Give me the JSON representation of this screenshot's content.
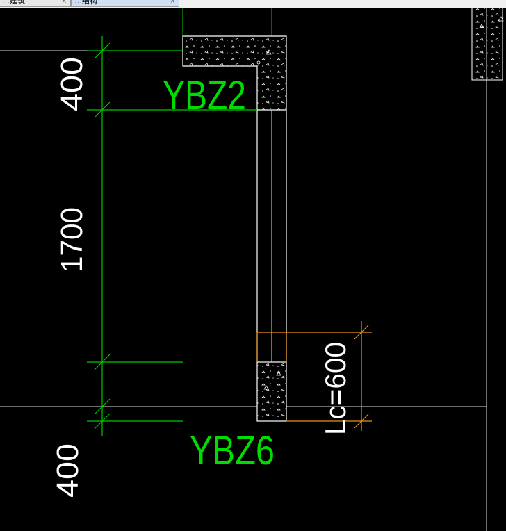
{
  "tabs": [
    {
      "label": "…建筑",
      "close": "×"
    },
    {
      "label": "…结构",
      "close": "×"
    }
  ],
  "drawing": {
    "wall_col_top": "YBZ2",
    "wall_col_bottom": "YBZ6",
    "dim_top": "400",
    "dim_middle": "1700",
    "dim_bottom": "400",
    "lc_label": "Lc=600"
  },
  "colors": {
    "background": "#000000",
    "grid": "#ffffff",
    "dimension": "#00c800",
    "label": "#00dc00",
    "member": "#ffffff",
    "lc_dimension": "#ff9900"
  }
}
